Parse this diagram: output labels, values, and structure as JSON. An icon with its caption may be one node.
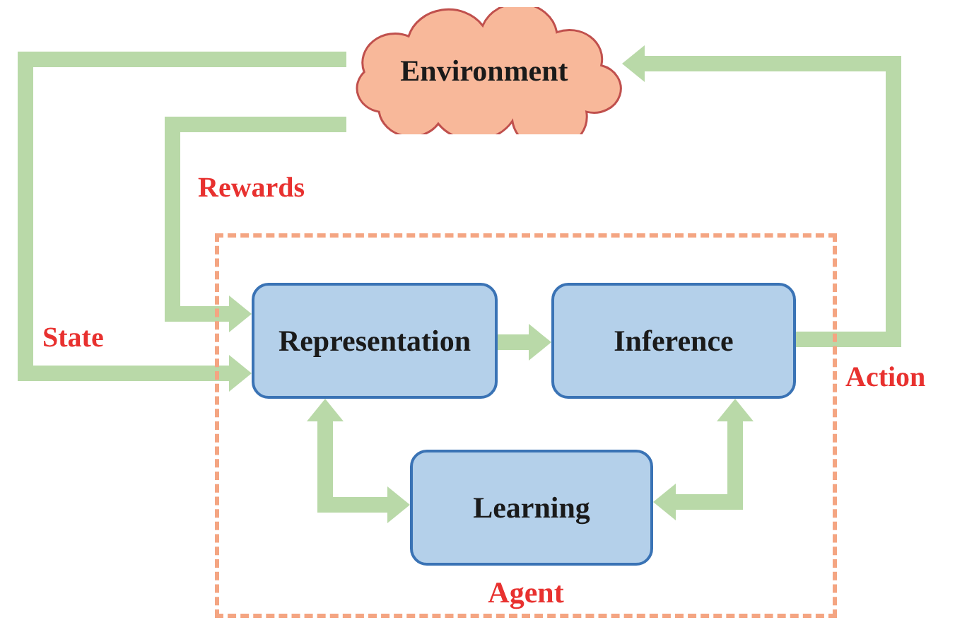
{
  "diagram": {
    "nodes": [
      {
        "text": [
          "Environment"
        ]
      },
      {
        "text": [
          "Agent"
        ]
      },
      {
        "text": [
          "Representation"
        ],
        "in": 1
      },
      {
        "text": [
          "Inference"
        ],
        "in": 1
      },
      {
        "text": [
          "Learning"
        ],
        "in": 1
      }
    ],
    "edges": [
      {
        "from": 0,
        "to": 2,
        "arrow": "to",
        "label": "State"
      },
      {
        "from": 0,
        "to": 2,
        "arrow": "to",
        "label": "Rewards"
      },
      {
        "from": 2,
        "to": 3,
        "arrow": "to"
      },
      {
        "from": 3,
        "to": 0,
        "arrow": "to",
        "label": "Action"
      },
      {
        "from": 2,
        "to": 4,
        "arrow": "both"
      },
      {
        "from": 4,
        "to": 3,
        "arrow": "both"
      }
    ]
  }
}
